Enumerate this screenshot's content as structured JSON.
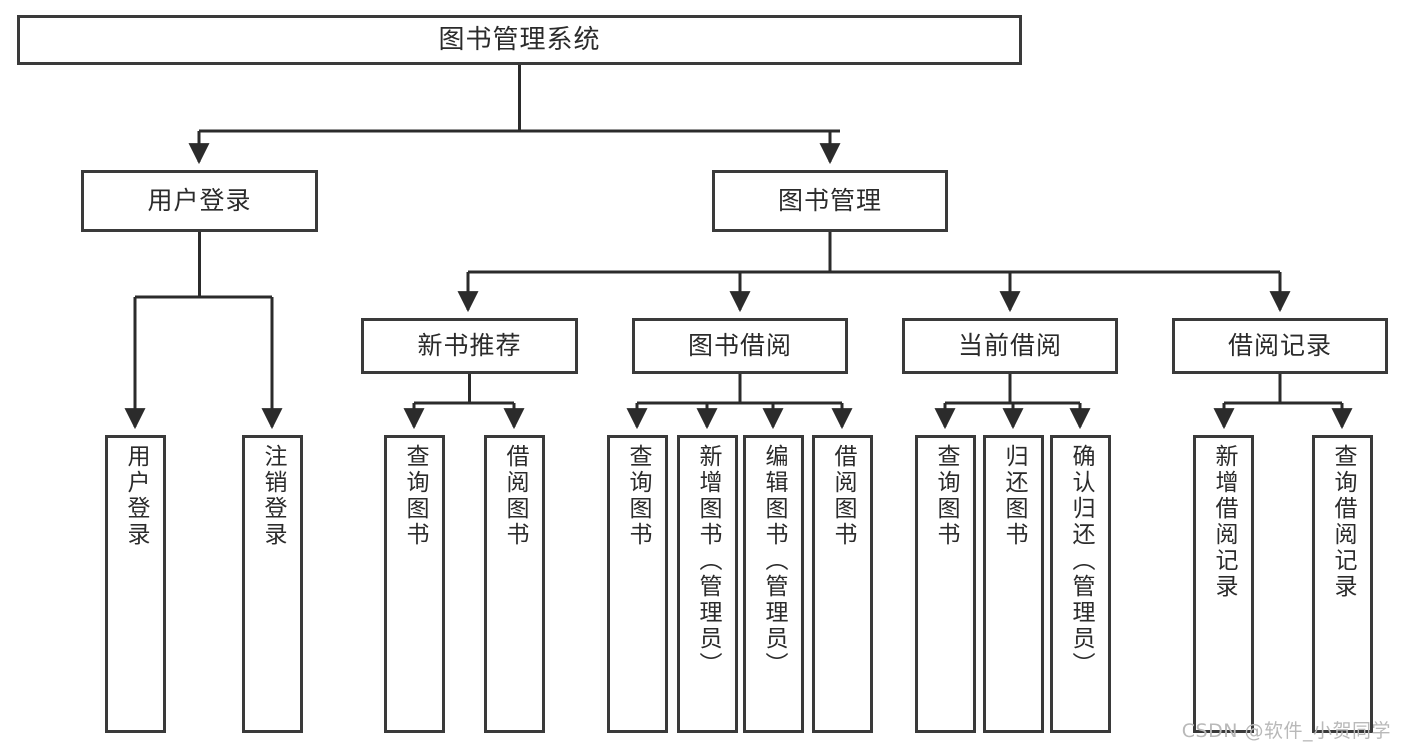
{
  "diagram": {
    "title": "图书管理系统",
    "type": "tree-hierarchy-diagram",
    "colors": {
      "box_border": "#3a3a3a",
      "box_fill": "#ffffff",
      "edge": "#2b2b2b",
      "text": "#2b2b2b",
      "watermark": "#b9b9b9",
      "background": "#ffffff"
    },
    "nodes": {
      "root": {
        "label": "图书管理系统"
      },
      "level2": [
        {
          "label": "用户登录"
        },
        {
          "label": "图书管理"
        }
      ],
      "level3": [
        {
          "label": "新书推荐"
        },
        {
          "label": "图书借阅"
        },
        {
          "label": "当前借阅"
        },
        {
          "label": "借阅记录"
        }
      ],
      "leaves": {
        "user_login": [
          {
            "label": "用户登录"
          },
          {
            "label": "注销登录"
          }
        ],
        "new_book": [
          {
            "label": "查询图书"
          },
          {
            "label": "借阅图书"
          }
        ],
        "book_borrow": [
          {
            "label": "查询图书"
          },
          {
            "label": "新增图书（管理员）"
          },
          {
            "label": "编辑图书（管理员）"
          },
          {
            "label": "借阅图书"
          }
        ],
        "current_borrow": [
          {
            "label": "查询图书"
          },
          {
            "label": "归还图书"
          },
          {
            "label": "确认归还（管理员）"
          }
        ],
        "borrow_record": [
          {
            "label": "新增借阅记录"
          },
          {
            "label": "查询借阅记录"
          }
        ]
      }
    }
  },
  "watermark": {
    "text": "CSDN @软件_小贺同学"
  }
}
